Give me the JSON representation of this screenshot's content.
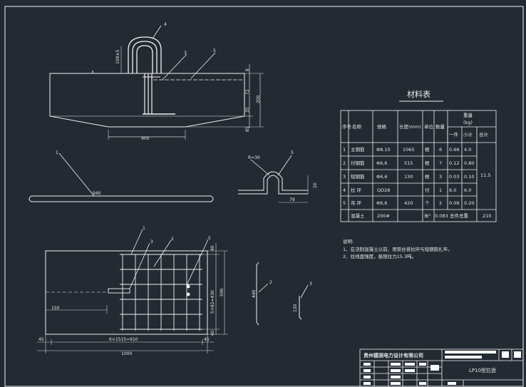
{
  "colors": {
    "background": "#232a32",
    "line": "#f2f2f2",
    "dim": "#d6d6d6",
    "title_fill": "#ffffff"
  },
  "elevation_view": {
    "dims": {
      "loop_height": "109±5",
      "top_offset": "8",
      "mid_height": "72",
      "total_height": "200",
      "lower_height": "35",
      "bottom_offset": "85",
      "base_width": "900"
    },
    "callouts": [
      "4",
      "3",
      "5"
    ]
  },
  "details": {
    "main_bar": {
      "callout": "1",
      "length": "940"
    },
    "pull_ring": {
      "callout": "5",
      "radius": "R=30",
      "height": "20",
      "width": "79"
    }
  },
  "material_table": {
    "title": "材料表",
    "headers": {
      "seq": "序号",
      "name": "名称",
      "spec": "规格",
      "length": "长度(mm)",
      "unit": "单位",
      "qty": "数量",
      "weight": "重量",
      "weight_unit": "(kg)",
      "each": "一件",
      "subtotal": "小计",
      "total": "合计"
    },
    "rows": [
      {
        "seq": "1",
        "name": "主钢筋",
        "spec": "Φ8,10",
        "length": "1065",
        "unit": "根",
        "qty": "6",
        "each": "0.66",
        "subtotal": "4.0"
      },
      {
        "seq": "2",
        "name": "付钢筋",
        "spec": "Φ6,6",
        "length": "515",
        "unit": "根",
        "qty": "7",
        "each": "0.12",
        "subtotal": "0.80"
      },
      {
        "seq": "3",
        "name": "短钢筋",
        "spec": "Φ6,6",
        "length": "130",
        "unit": "根",
        "qty": "3",
        "each": "0.03",
        "subtotal": "0.10"
      },
      {
        "seq": "4",
        "name": "拉 环",
        "spec": "QD28",
        "length": "",
        "unit": "付",
        "qty": "1",
        "each": "6.0",
        "subtotal": "6.0"
      },
      {
        "seq": "5",
        "name": "吊 环",
        "spec": "Φ6,6",
        "length": "420",
        "unit": "个",
        "qty": "2",
        "each": "0.09",
        "subtotal": "0.20"
      }
    ],
    "steel_total": "11.5",
    "concrete": {
      "name": "混凝土",
      "spec": "200#",
      "unit": "米³",
      "qty": "0.083",
      "label": "总件总重",
      "total": "210"
    }
  },
  "notes": {
    "heading": "说明:",
    "lines": [
      "1、在浇制混凝土以前，用铁丝将拉环与短钢筋扎牢。",
      "2、拉线盘强度，极限拉力15.3吨。"
    ]
  },
  "plan_view": {
    "callouts": [
      "1",
      "2",
      "3",
      "5"
    ],
    "dims": {
      "top_offset": "40",
      "grid_span": "5×82=430",
      "total_height": "590",
      "bottom_offset": "40",
      "left_offset": "150",
      "grid_width": "6×1515=910",
      "end_left": "45",
      "end_right": "45",
      "total_width": "1000"
    }
  },
  "side_bars": {
    "bar_2": {
      "callout": "2",
      "length": "440"
    },
    "bar_3": {
      "callout": "3",
      "length": "120"
    }
  },
  "title_block": {
    "company": "贵州德润电力设计有限公司",
    "drawing_title": "LP10型拉盘"
  }
}
